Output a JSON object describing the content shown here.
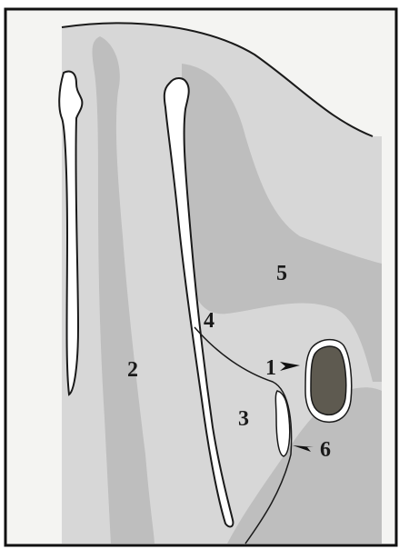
{
  "diagram": {
    "labels": {
      "l1": "1",
      "l2": "2",
      "l3": "3",
      "l4": "4",
      "l5": "5",
      "l6": "6"
    },
    "colors": {
      "frame": "#111111",
      "background_light": "#d7d7d7",
      "region_medium": "#bebebe",
      "region_dark": "#a8a8a8",
      "canal": "#ffffff",
      "nodule": "#5e5a50",
      "outline": "#1a1a1a"
    }
  }
}
